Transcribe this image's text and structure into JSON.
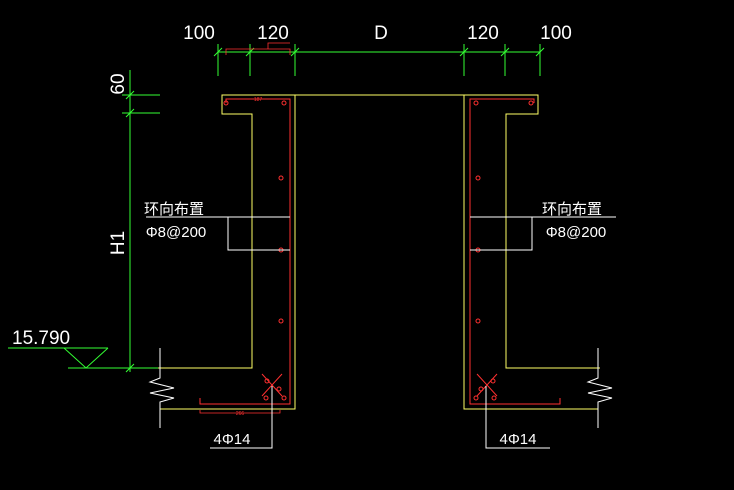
{
  "dimensions": {
    "top_left_cover": "100",
    "top_left_wall": "120",
    "top_span": "D",
    "top_right_wall": "120",
    "top_right_cover": "100",
    "left_top": "60",
    "left_height": "H1"
  },
  "elevation": {
    "level": "15.790"
  },
  "annotations": {
    "left_ring_title": "环向布置",
    "left_ring_spec": "Φ8@200",
    "right_ring_title": "环向布置",
    "right_ring_spec": "Φ8@200",
    "left_bottom_bars": "4Φ14",
    "right_bottom_bars": "4Φ14",
    "bottom_small_dim": "266",
    "top_small_dim": "187"
  },
  "colors": {
    "background": "#000000",
    "concrete_outline": "#ffff66",
    "rebar": "#ff3030",
    "dimension": "#33ff33",
    "text": "#ffffff"
  }
}
